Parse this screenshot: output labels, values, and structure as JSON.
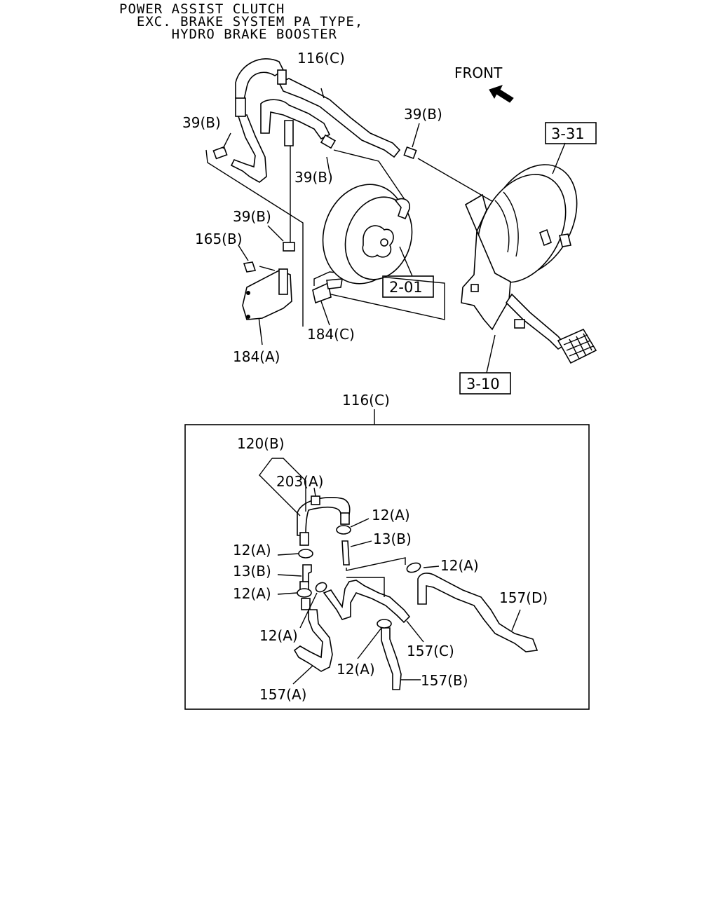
{
  "title": {
    "line1": "POWER ASSIST CLUTCH",
    "line2": "EXC. BRAKE SYSTEM PA TYPE,",
    "line3": "HYDRO BRAKE BOOSTER"
  },
  "front_label": "FRONT",
  "upper_callouts": {
    "c116c": "116(C)",
    "c39b_left": "39(B)",
    "c39b_right": "39(B)",
    "c39b_center": "39(B)",
    "c39b_mid": "39(B)",
    "c165b": "165(B)",
    "c184a": "184(A)",
    "c184c": "184(C)"
  },
  "reference_boxes": {
    "r331": "3-31",
    "r201": "2-01",
    "r310": "3-10"
  },
  "detail": {
    "header": "116(C)",
    "c120b": "120(B)",
    "c203a": "203(A)",
    "c12a_1": "12(A)",
    "c13b_1": "13(B)",
    "c12a_2": "12(A)",
    "c13b_2": "13(B)",
    "c12a_3": "12(A)",
    "c12a_4": "12(A)",
    "c12a_5": "12(A)",
    "c12a_6": "12(A)",
    "c157d": "157(D)",
    "c157c": "157(C)",
    "c157b": "157(B)",
    "c157a": "157(A)"
  }
}
